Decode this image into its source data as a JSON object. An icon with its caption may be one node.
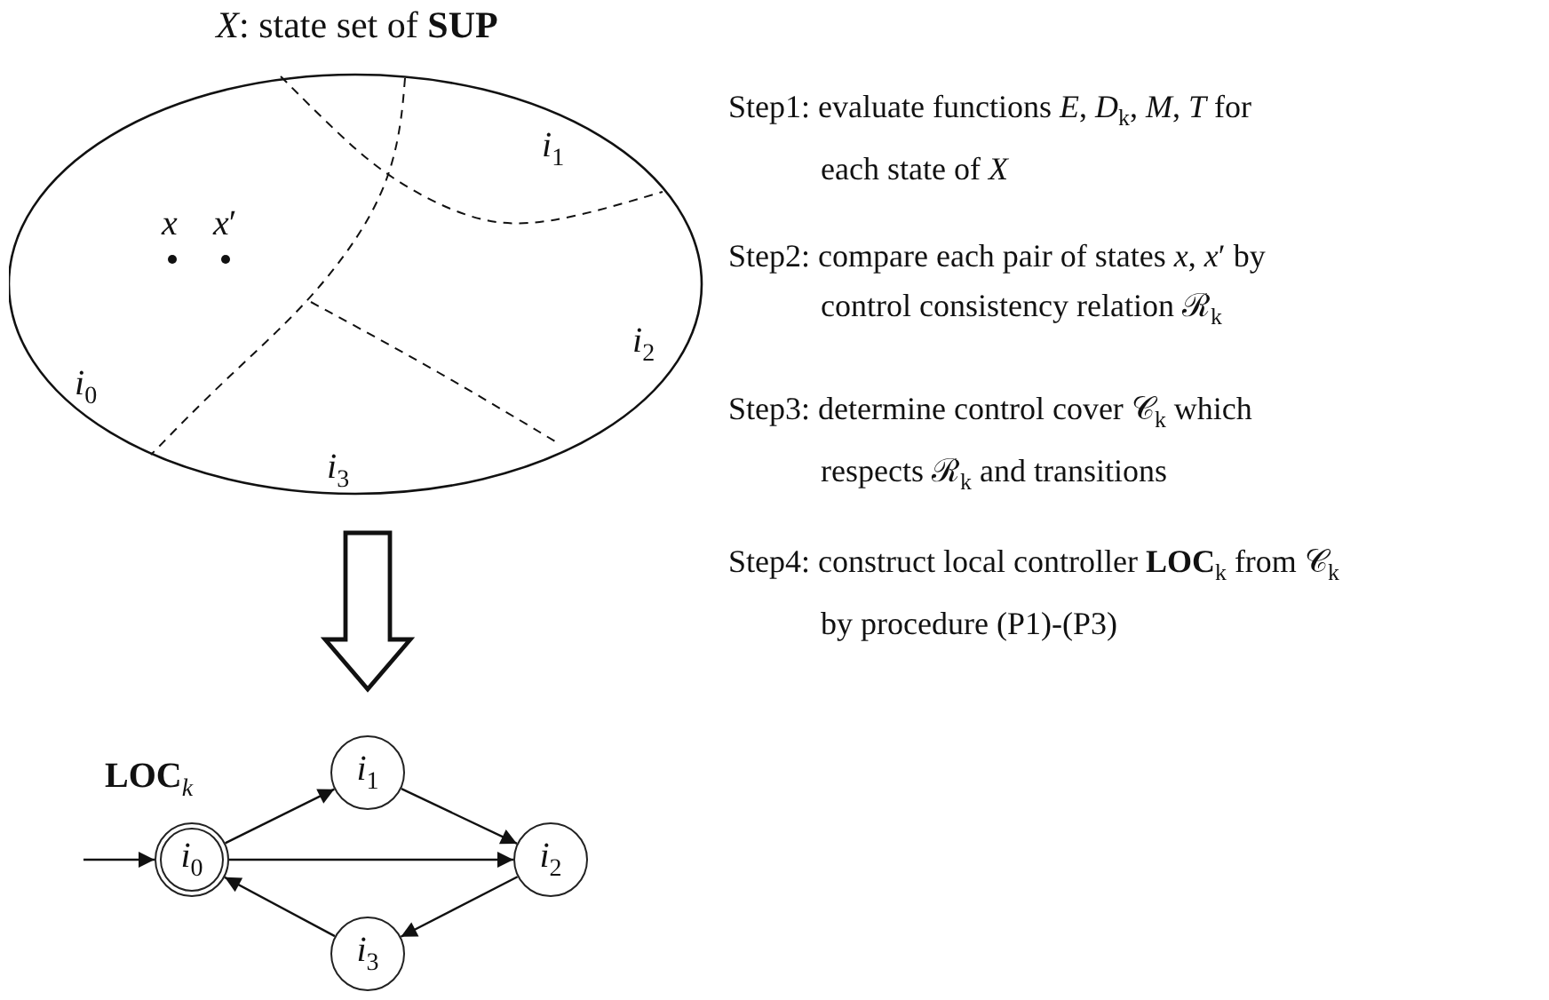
{
  "diagram": {
    "nodes": [
      {
        "text": [
          "*X*: state set of **SUP**"
        ]
      },
      {
        "text": [
          "*i*$_{0}$"
        ]
      },
      {
        "text": [
          "*i*$_{1}$"
        ]
      },
      {
        "text": [
          "*i*$_{2}$"
        ]
      },
      {
        "text": [
          "*i*$_{3}$"
        ]
      }
    ],
    "edges": [
      {
        "from": null,
        "to": 1,
        "arrow": "to"
      },
      {
        "from": 1,
        "to": 2,
        "arrow": "to"
      },
      {
        "from": 1,
        "to": 3,
        "arrow": "to"
      },
      {
        "from": 2,
        "to": 3,
        "arrow": "to"
      },
      {
        "from": 3,
        "to": 4,
        "arrow": "to"
      },
      {
        "from": 4,
        "to": 1,
        "arrow": "to"
      },
      {
        "from": 0,
        "to": 2,
        "arrow": "to",
        "style": "thick"
      }
    ],
    "labels": [
      "*i*$_{1}$",
      "*x*",
      "*x*′",
      "*i*$_{2}$",
      "*i*$_{0}$",
      "*i*$_{3}$",
      "**LOC**$_{k}$",
      "Step1: evaluate functions *E*, *D*$_{k}$, *M*, *T* for each state of *X*",
      "Step2: compare each pair of states *x*, *x*′ by control consistency relation ℛ$_{k}$",
      "Step3: determine control cover 𝒞$_{k}$ which respects ℛ$_{k}$ and transitions",
      "Step4: construct local controller **LOC**$_{k}$ from 𝒞$_{k}$ by procedure (P1)-(P3)"
    ]
  }
}
